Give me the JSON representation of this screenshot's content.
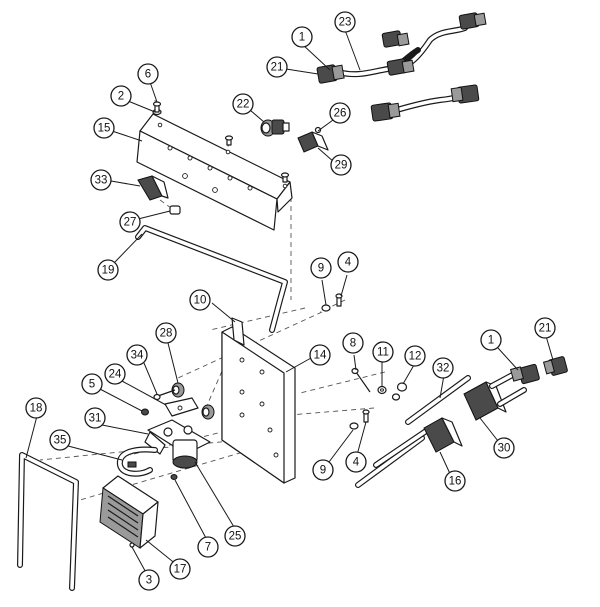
{
  "callouts": [
    {
      "id": "c1a",
      "label": "1"
    },
    {
      "id": "c23",
      "label": "23"
    },
    {
      "id": "c21a",
      "label": "21"
    },
    {
      "id": "c6",
      "label": "6"
    },
    {
      "id": "c2",
      "label": "2"
    },
    {
      "id": "c22",
      "label": "22"
    },
    {
      "id": "c26",
      "label": "26"
    },
    {
      "id": "c15",
      "label": "15"
    },
    {
      "id": "c29",
      "label": "29"
    },
    {
      "id": "c33",
      "label": "33"
    },
    {
      "id": "c27",
      "label": "27"
    },
    {
      "id": "c19",
      "label": "19"
    },
    {
      "id": "c9a",
      "label": "9"
    },
    {
      "id": "c4a",
      "label": "4"
    },
    {
      "id": "c10",
      "label": "10"
    },
    {
      "id": "c28",
      "label": "28"
    },
    {
      "id": "c14",
      "label": "14"
    },
    {
      "id": "c8",
      "label": "8"
    },
    {
      "id": "c11",
      "label": "11"
    },
    {
      "id": "c12",
      "label": "12"
    },
    {
      "id": "c1b",
      "label": "1"
    },
    {
      "id": "c21b",
      "label": "21"
    },
    {
      "id": "c34",
      "label": "34"
    },
    {
      "id": "c24",
      "label": "24"
    },
    {
      "id": "c5",
      "label": "5"
    },
    {
      "id": "c32",
      "label": "32"
    },
    {
      "id": "c18",
      "label": "18"
    },
    {
      "id": "c31",
      "label": "31"
    },
    {
      "id": "c35",
      "label": "35"
    },
    {
      "id": "c9b",
      "label": "9"
    },
    {
      "id": "c4b",
      "label": "4"
    },
    {
      "id": "c30",
      "label": "30"
    },
    {
      "id": "c16",
      "label": "16"
    },
    {
      "id": "c7",
      "label": "7"
    },
    {
      "id": "c25",
      "label": "25"
    },
    {
      "id": "c17",
      "label": "17"
    },
    {
      "id": "c3",
      "label": "3"
    }
  ]
}
